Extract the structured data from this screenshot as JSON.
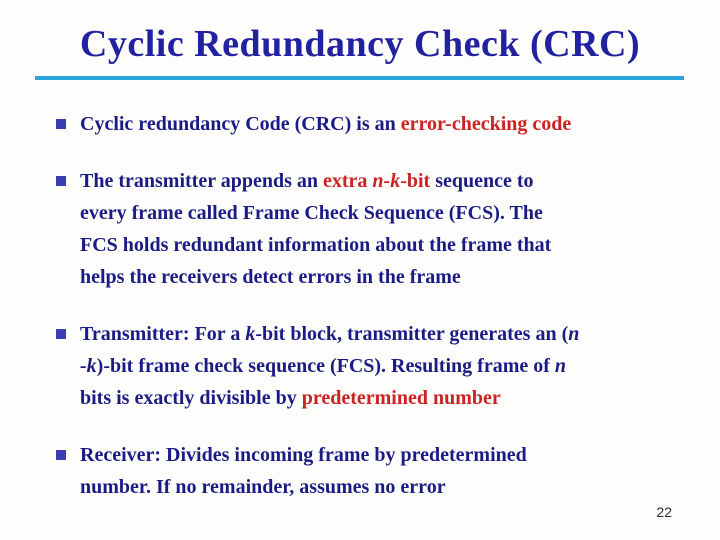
{
  "slide": {
    "title": "Cyclic Redundancy Check (CRC)",
    "page_number": "22"
  },
  "colors": {
    "title_text": "#2222A0",
    "body_text": "#1B1B85",
    "highlight_red": "#CC2222",
    "rule_line": "#2BA6DC",
    "bullet_square": "#3C3CB4",
    "background": "#FDFDFB",
    "page_number_text": "#2A2A2A"
  },
  "bullets": [
    {
      "lines": [
        [
          {
            "t": "Cyclic redundancy Code (CRC) is an ",
            "s": "body"
          },
          {
            "t": "error-checking code",
            "s": "red"
          }
        ]
      ]
    },
    {
      "lines": [
        [
          {
            "t": "The transmitter appends an ",
            "s": "body"
          },
          {
            "t": "extra ",
            "s": "red"
          },
          {
            "t": "n-k",
            "s": "redi"
          },
          {
            "t": "-bit",
            "s": "red"
          },
          {
            "t": " sequence to",
            "s": "body"
          }
        ],
        [
          {
            "t": "every frame called Frame Check Sequence (FCS). The",
            "s": "body"
          }
        ],
        [
          {
            "t": "FCS holds redundant information about the frame that",
            "s": "body"
          }
        ],
        [
          {
            "t": "helps the receivers detect errors in the frame",
            "s": "body"
          }
        ]
      ]
    },
    {
      "lines": [
        [
          {
            "t": "Transmitter: For a ",
            "s": "body"
          },
          {
            "t": "k",
            "s": "bodyi"
          },
          {
            "t": "-bit block, transmitter generates an (",
            "s": "body"
          },
          {
            "t": "n",
            "s": "bodyi"
          }
        ],
        [
          {
            "t": "-k",
            "s": "bodyi"
          },
          {
            "t": ")-bit frame check sequence (FCS). Resulting frame of ",
            "s": "body"
          },
          {
            "t": "n",
            "s": "bodyi"
          }
        ],
        [
          {
            "t": "bits is exactly divisible by ",
            "s": "body"
          },
          {
            "t": "predetermined number",
            "s": "red"
          }
        ]
      ]
    },
    {
      "lines": [
        [
          {
            "t": "Receiver: Divides incoming frame by predetermined",
            "s": "body"
          }
        ],
        [
          {
            "t": "number. If no remainder, assumes no error",
            "s": "body"
          }
        ]
      ]
    }
  ]
}
